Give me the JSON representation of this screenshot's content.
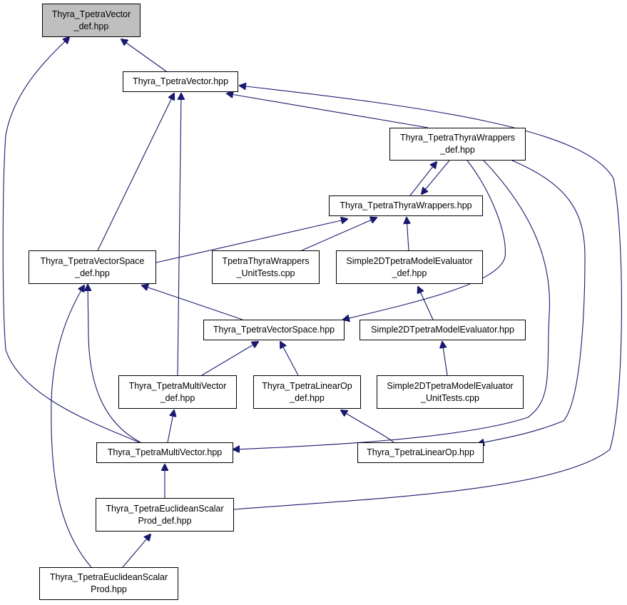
{
  "colors": {
    "edge": "#191970",
    "node_border": "#000000",
    "root_fill": "#bfbfbf",
    "node_fill": "#ffffff"
  },
  "nodes": {
    "vector_def": "Thyra_TpetraVector\n_def.hpp",
    "vector": "Thyra_TpetraVector.hpp",
    "thyra_wrappers_def": "Thyra_TpetraThyraWrappers\n_def.hpp",
    "thyra_wrappers": "Thyra_TpetraThyraWrappers.hpp",
    "vector_space_def": "Thyra_TpetraVectorSpace\n_def.hpp",
    "wrappers_unit_tests": "TpetraThyraWrappers\n_UnitTests.cpp",
    "model_evaluator_def": "Simple2DTpetraModelEvaluator\n_def.hpp",
    "vector_space": "Thyra_TpetraVectorSpace.hpp",
    "model_evaluator": "Simple2DTpetraModelEvaluator.hpp",
    "multivector_def": "Thyra_TpetraMultiVector\n_def.hpp",
    "linear_op_def": "Thyra_TpetraLinearOp\n_def.hpp",
    "model_evaluator_tests": "Simple2DTpetraModelEvaluator\n_UnitTests.cpp",
    "multivector": "Thyra_TpetraMultiVector.hpp",
    "linear_op": "Thyra_TpetraLinearOp.hpp",
    "euclidean_def": "Thyra_TpetraEuclideanScalar\nProd_def.hpp",
    "euclidean": "Thyra_TpetraEuclideanScalar\nProd.hpp"
  }
}
